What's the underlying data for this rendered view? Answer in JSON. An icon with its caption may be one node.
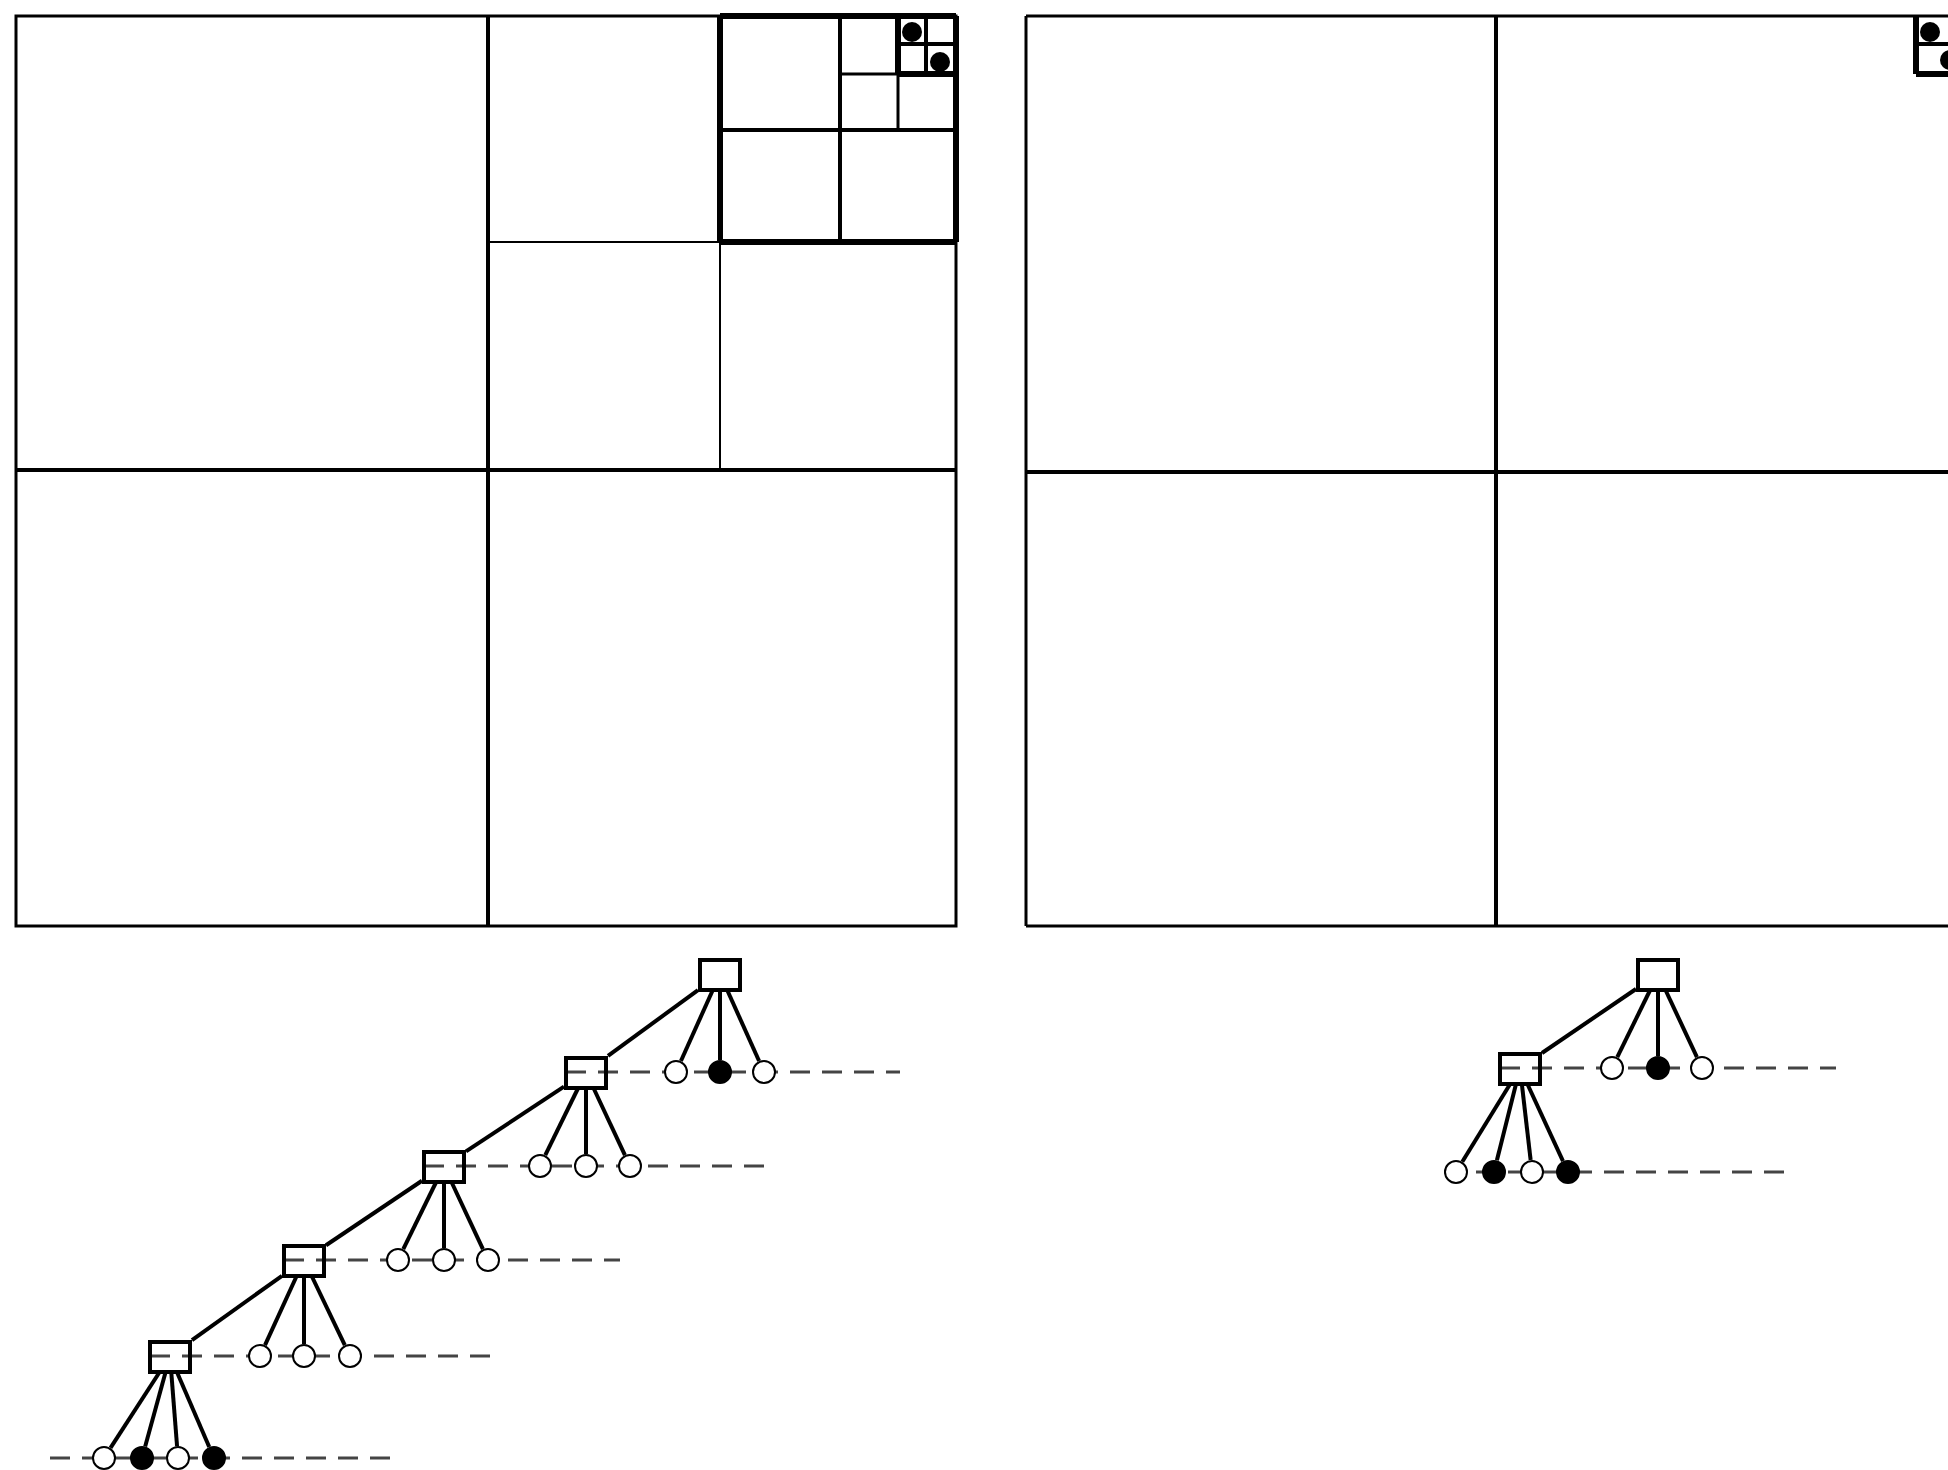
{
  "diagram": {
    "nodes": [
      {
        "text": [],
        "shape": "box"
      },
      {
        "text": [],
        "shape": "box"
      },
      {
        "text": [],
        "shape": "circle"
      },
      {
        "text": [],
        "shape": "dot"
      },
      {
        "text": [],
        "shape": "circle"
      },
      {
        "text": [],
        "shape": "box"
      },
      {
        "text": [],
        "shape": "circle"
      },
      {
        "text": [],
        "shape": "circle"
      },
      {
        "text": [],
        "shape": "circle"
      },
      {
        "text": [],
        "shape": "box"
      },
      {
        "text": [],
        "shape": "circle"
      },
      {
        "text": [],
        "shape": "circle"
      },
      {
        "text": [],
        "shape": "circle"
      },
      {
        "text": [],
        "shape": "box"
      },
      {
        "text": [],
        "shape": "circle"
      },
      {
        "text": [],
        "shape": "circle"
      },
      {
        "text": [],
        "shape": "circle"
      },
      {
        "text": [],
        "shape": "circle"
      },
      {
        "text": [],
        "shape": "dot"
      },
      {
        "text": [],
        "shape": "circle"
      },
      {
        "text": [],
        "shape": "dot"
      },
      {
        "text": [],
        "shape": "box"
      },
      {
        "text": [],
        "shape": "box"
      },
      {
        "text": [],
        "shape": "circle"
      },
      {
        "text": [],
        "shape": "dot"
      },
      {
        "text": [],
        "shape": "circle"
      },
      {
        "text": [],
        "shape": "circle"
      },
      {
        "text": [],
        "shape": "dot"
      },
      {
        "text": [],
        "shape": "circle"
      },
      {
        "text": [],
        "shape": "dot"
      }
    ],
    "edges": [
      {
        "from": 0,
        "to": 1,
        "arrow": "none"
      },
      {
        "from": 0,
        "to": 2,
        "arrow": "none"
      },
      {
        "from": 0,
        "to": 3,
        "arrow": "none"
      },
      {
        "from": 0,
        "to": 4,
        "arrow": "none"
      },
      {
        "from": 1,
        "to": 5,
        "arrow": "none"
      },
      {
        "from": 1,
        "to": 6,
        "arrow": "none"
      },
      {
        "from": 1,
        "to": 7,
        "arrow": "none"
      },
      {
        "from": 1,
        "to": 8,
        "arrow": "none"
      },
      {
        "from": 5,
        "to": 9,
        "arrow": "none"
      },
      {
        "from": 5,
        "to": 10,
        "arrow": "none"
      },
      {
        "from": 5,
        "to": 11,
        "arrow": "none"
      },
      {
        "from": 5,
        "to": 12,
        "arrow": "none"
      },
      {
        "from": 9,
        "to": 13,
        "arrow": "none"
      },
      {
        "from": 9,
        "to": 14,
        "arrow": "none"
      },
      {
        "from": 9,
        "to": 15,
        "arrow": "none"
      },
      {
        "from": 9,
        "to": 16,
        "arrow": "none"
      },
      {
        "from": 13,
        "to": 17,
        "arrow": "none"
      },
      {
        "from": 13,
        "to": 18,
        "arrow": "none"
      },
      {
        "from": 13,
        "to": 19,
        "arrow": "none"
      },
      {
        "from": 13,
        "to": 20,
        "arrow": "none"
      },
      {
        "from": 21,
        "to": 22,
        "arrow": "none"
      },
      {
        "from": 21,
        "to": 23,
        "arrow": "none"
      },
      {
        "from": 21,
        "to": 24,
        "arrow": "none"
      },
      {
        "from": 21,
        "to": 25,
        "arrow": "none"
      },
      {
        "from": 22,
        "to": 26,
        "arrow": "none"
      },
      {
        "from": 22,
        "to": 27,
        "arrow": "none"
      },
      {
        "from": 22,
        "to": 28,
        "arrow": "none"
      },
      {
        "from": 22,
        "to": 29,
        "arrow": "none"
      }
    ]
  }
}
